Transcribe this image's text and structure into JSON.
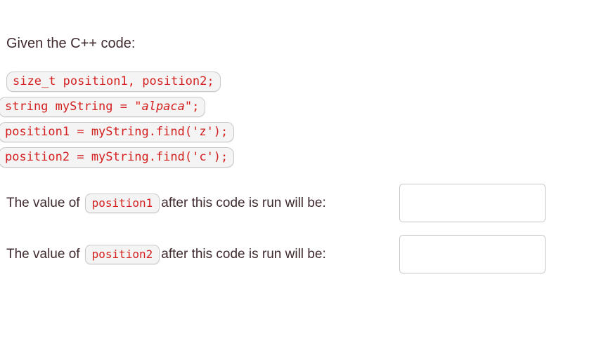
{
  "colors": {
    "code_text": "#d41f1f",
    "body_text": "#3f2a2e",
    "code_background": "#f4f4f4",
    "code_border": "#c9c9c9",
    "input_border": "#c5c5c5",
    "page_background": "#ffffff"
  },
  "heading": "Given the C++ code:",
  "code": {
    "line1": "size_t position1, position2;",
    "line2_pre": "string myString = ",
    "line2_string": "\"alpaca\"",
    "line2_post": ";",
    "line3": "position1 = myString.find('z');",
    "line4": "position2 = myString.find('c');"
  },
  "questions": [
    {
      "prefix": "The value of",
      "code": "position1",
      "suffix": "after this code is run will be:",
      "value": "",
      "placeholder": ""
    },
    {
      "prefix": "The value of",
      "code": "position2",
      "suffix": "after this code is run will be:",
      "value": "",
      "placeholder": ""
    }
  ]
}
